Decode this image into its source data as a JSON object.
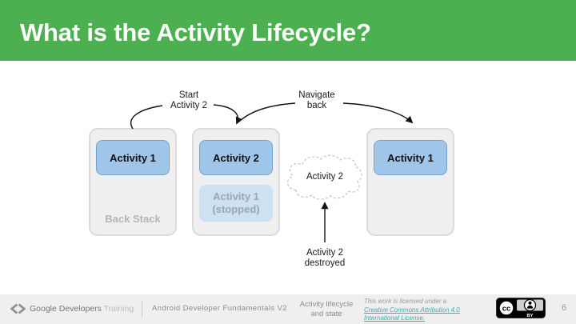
{
  "header": {
    "title": "What is the Activity Lifecycle?"
  },
  "colors": {
    "header_green": "#4CAF50",
    "panel_fill": "#EFEFEF",
    "panel_border": "#DBDBDB",
    "activity_box_fill": "#9FC5E8",
    "activity_box_border": "#74A3CC",
    "stopped_box_fill": "#CDE1F2",
    "license_link_teal": "#3BADA6"
  },
  "diagram": {
    "arrow_start": {
      "line1": "Start",
      "line2": "Activity 2"
    },
    "arrow_navigate": {
      "line1": "Navigate",
      "line2": "back"
    },
    "panel1": {
      "box1": "Activity 1",
      "caption": "Back Stack"
    },
    "panel2": {
      "box1": "Activity 2",
      "stopped_line1": "Activity 1",
      "stopped_line2": "(stopped)"
    },
    "panel3": {
      "box1": "Activity 1"
    },
    "cloud": {
      "label": "Activity 2"
    },
    "destroyed": {
      "line1": "Activity 2",
      "line2": "destroyed"
    }
  },
  "footer": {
    "brand_primary": "Google Developers",
    "brand_secondary": "Training",
    "course": "Android Developer Fundamentals V2",
    "lesson_line1": "Activity lifecycle",
    "lesson_line2": "and state",
    "license_prefix": "This work is licensed under a",
    "license_link_line1": "Creative Commons Attribution 4.0",
    "license_link_line2": "International License.",
    "cc_letters": "cc",
    "cc_by": "BY",
    "page_number": "6"
  }
}
